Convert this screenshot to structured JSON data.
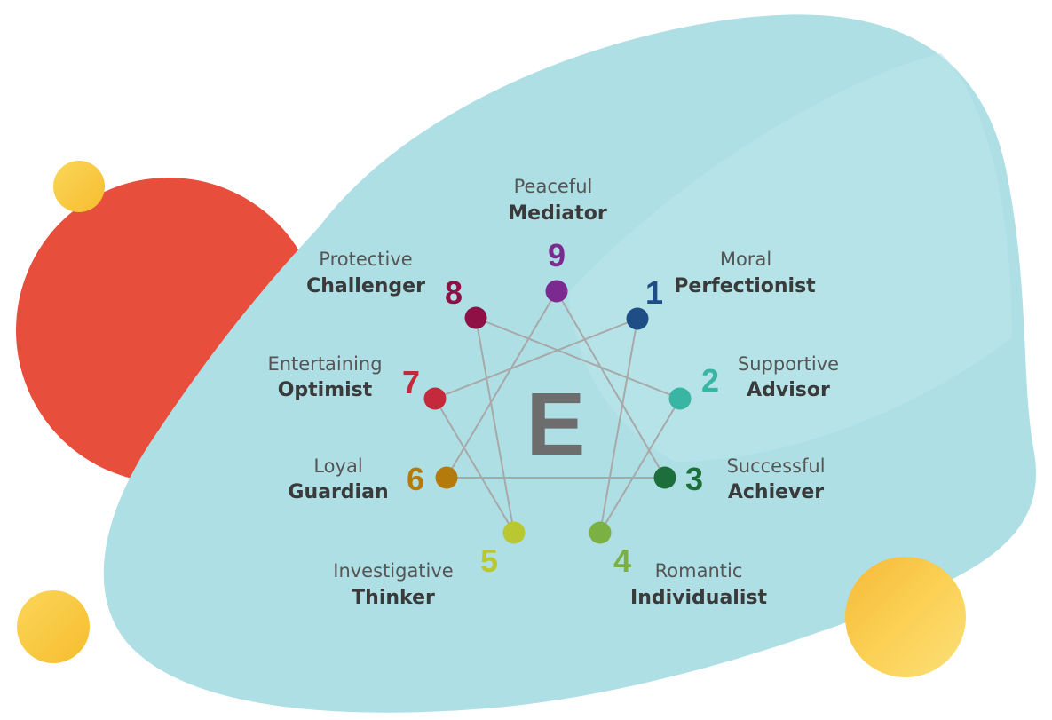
{
  "center_letter": "E",
  "colors": {
    "blob": "#aedfe5",
    "red_circle": "#e84e3c",
    "yellow": "#f9c93e",
    "lines": "#a8a8a8",
    "center_letter": "#6d6d6d"
  },
  "types": [
    {
      "number": "9",
      "adjective": "Peaceful",
      "name": "Mediator",
      "color": "#7b2a8f"
    },
    {
      "number": "1",
      "adjective": "Moral",
      "name": "Perfectionist",
      "color": "#1f4e87"
    },
    {
      "number": "2",
      "adjective": "Supportive",
      "name": "Advisor",
      "color": "#38b6a3"
    },
    {
      "number": "3",
      "adjective": "Successful",
      "name": "Achiever",
      "color": "#1c6f3b"
    },
    {
      "number": "4",
      "adjective": "Romantic",
      "name": "Individualist",
      "color": "#7bb043"
    },
    {
      "number": "5",
      "adjective": "Investigative",
      "name": "Thinker",
      "color": "#b9c831"
    },
    {
      "number": "6",
      "adjective": "Loyal",
      "name": "Guardian",
      "color": "#b47b0c"
    },
    {
      "number": "7",
      "adjective": "Entertaining",
      "name": "Optimist",
      "color": "#c4293c"
    },
    {
      "number": "8",
      "adjective": "Protective",
      "name": "Challenger",
      "color": "#8e1045"
    }
  ]
}
